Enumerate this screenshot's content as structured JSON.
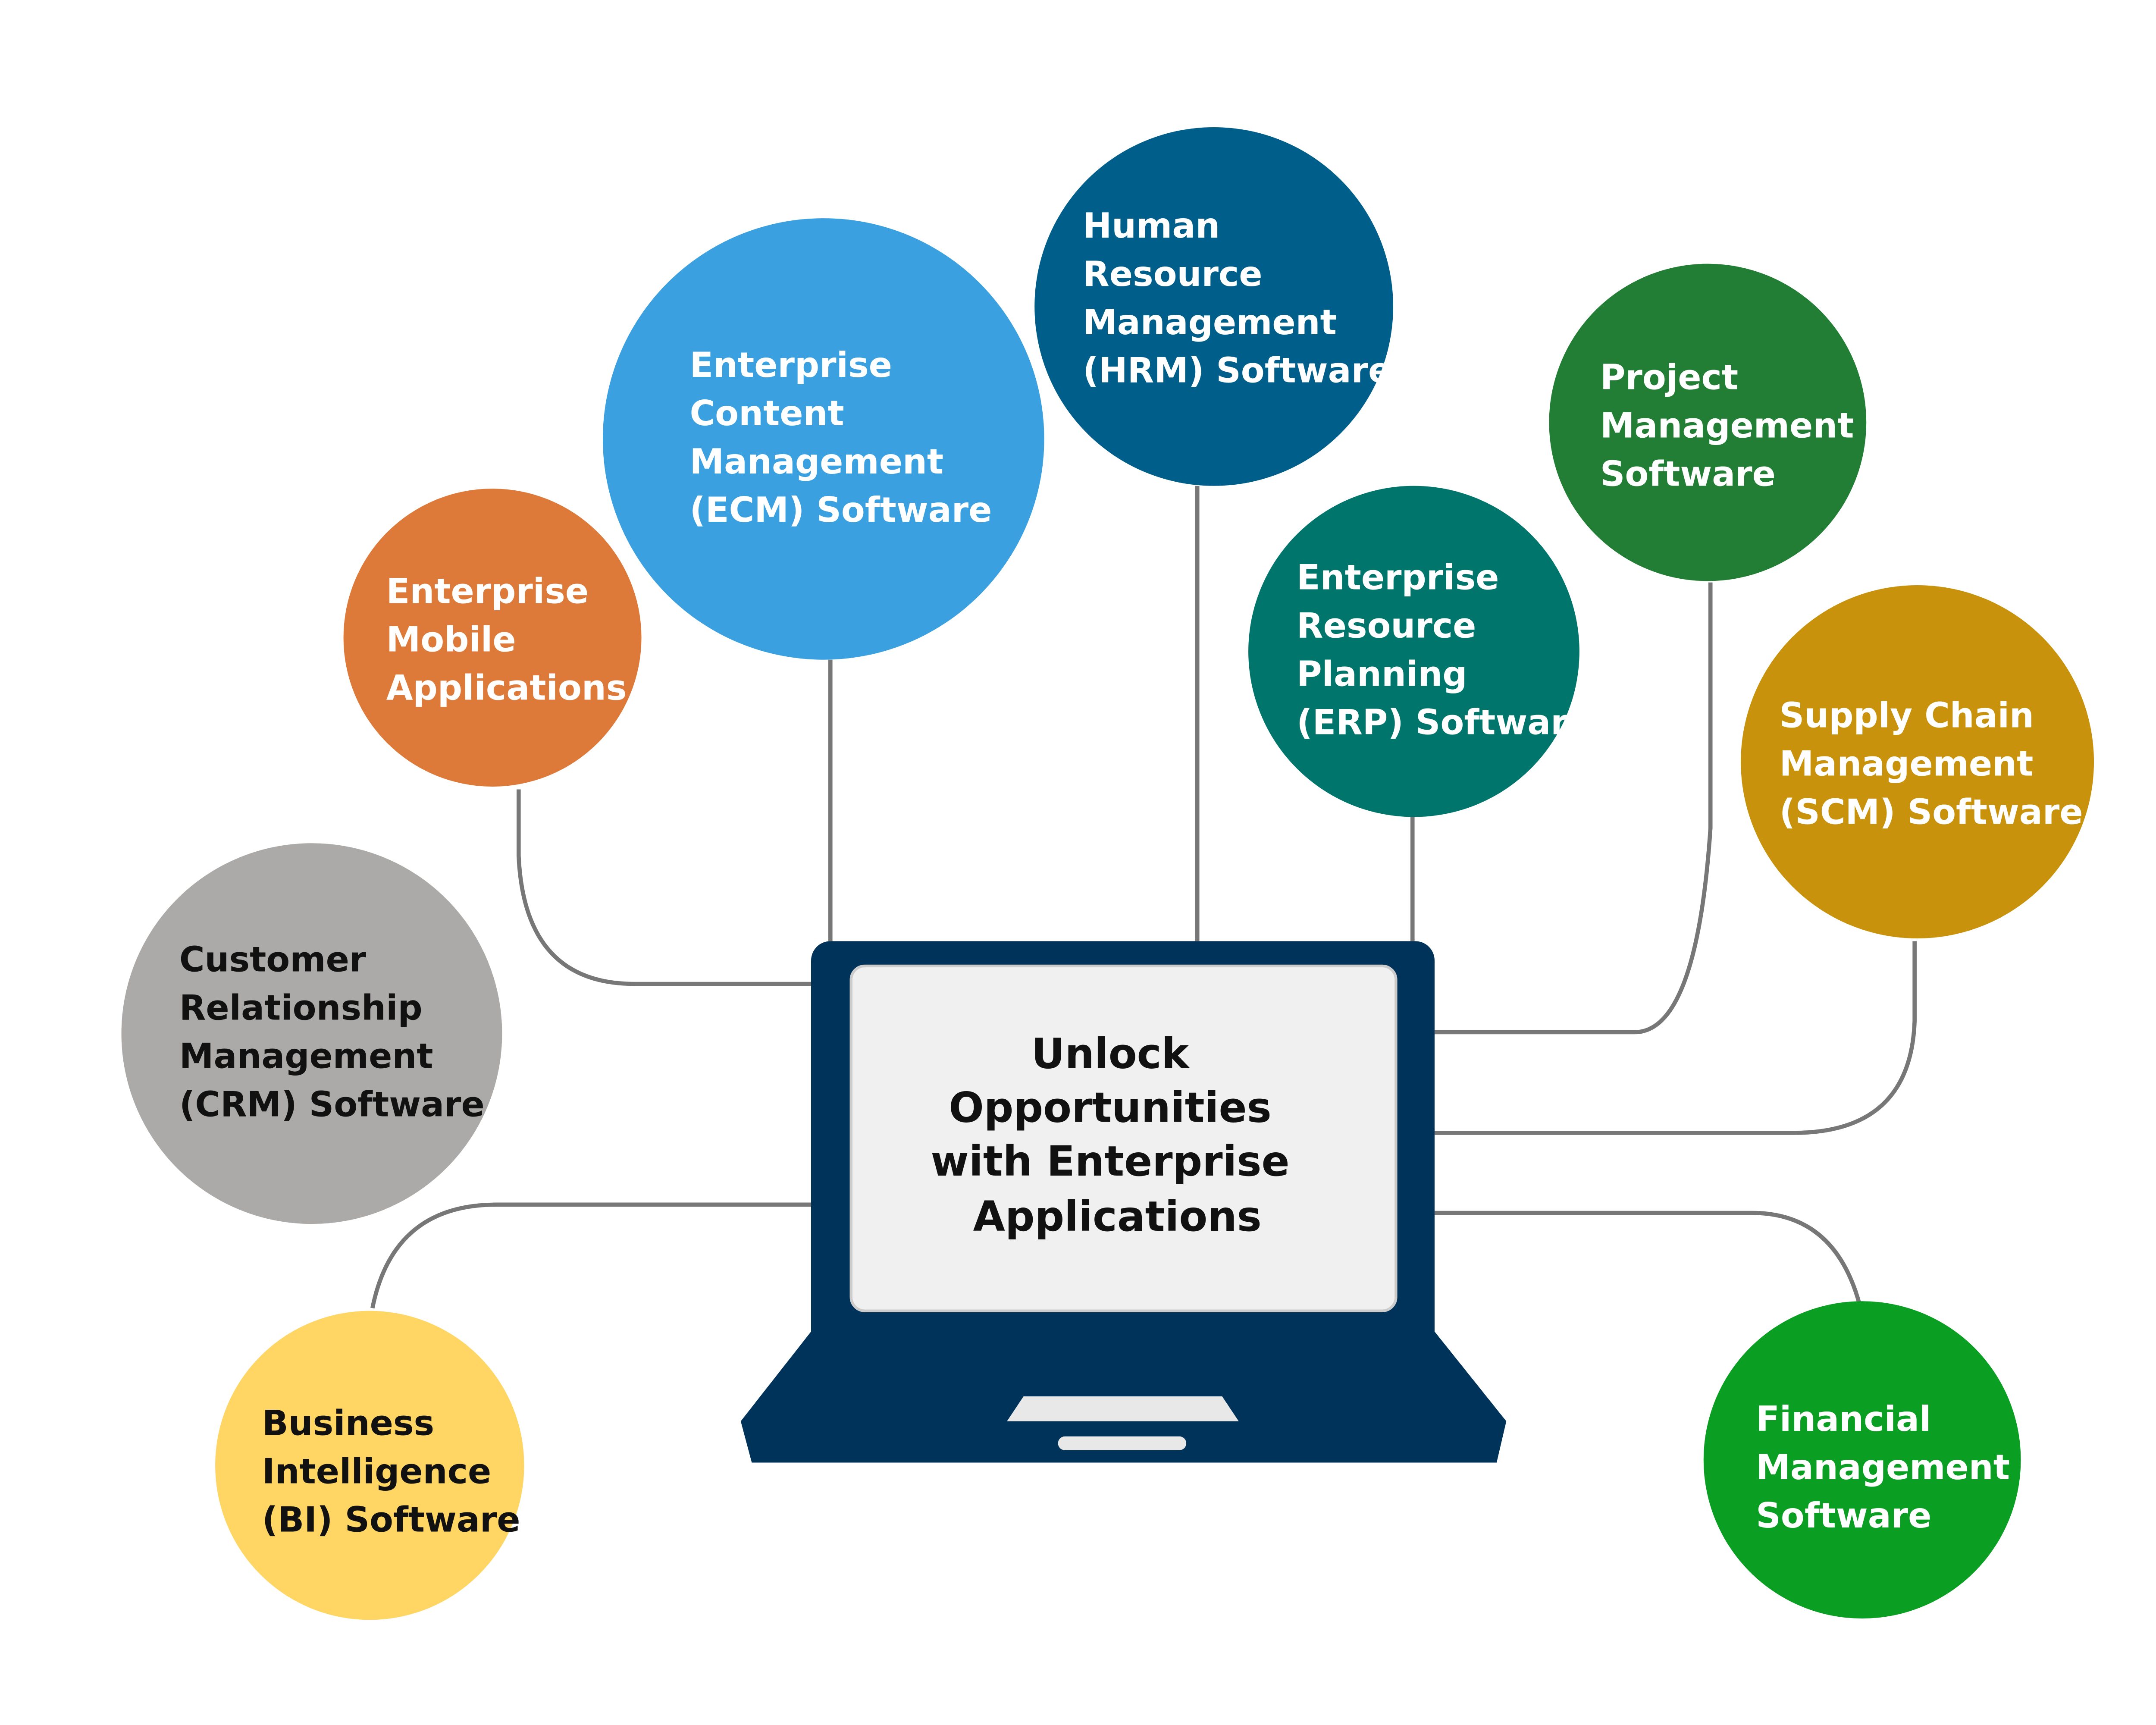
{
  "center": {
    "lines": [
      "Unlock",
      "Opportunities",
      "with Enterprise",
      "Applications"
    ],
    "laptop_color": "#00335A",
    "screen_color": "#F0F0F0"
  },
  "nodes": [
    {
      "id": "mobile",
      "lines": [
        "Enterprise",
        "Mobile",
        "Applications"
      ],
      "color": "#DD7A3A",
      "text_color": "#FFFFFF"
    },
    {
      "id": "ecm",
      "lines": [
        "Enterprise",
        "Content",
        "Management",
        "(ECM) Software"
      ],
      "color": "#3AA0E0",
      "text_color": "#FFFFFF"
    },
    {
      "id": "hrm",
      "lines": [
        "Human",
        "Resource",
        "Management",
        "(HRM) Software"
      ],
      "color": "#005F8A",
      "text_color": "#FFFFFF"
    },
    {
      "id": "erp",
      "lines": [
        "Enterprise",
        "Resource",
        "Planning",
        "(ERP) Software"
      ],
      "color": "#00756C",
      "text_color": "#FFFFFF"
    },
    {
      "id": "project",
      "lines": [
        "Project",
        "Management",
        "Software"
      ],
      "color": "#227E35",
      "text_color": "#FFFFFF"
    },
    {
      "id": "scm",
      "lines": [
        "Supply Chain",
        "Management",
        "(SCM) Software"
      ],
      "color": "#C9920C",
      "text_color": "#FFFFFF"
    },
    {
      "id": "crm",
      "lines": [
        "Customer",
        "Relationship",
        "Management",
        "(CRM) Software"
      ],
      "color": "#ABAAA8",
      "text_color": "#111111"
    },
    {
      "id": "bi",
      "lines": [
        "Business",
        "Intelligence",
        "(BI) Software"
      ],
      "color": "#FFD663",
      "text_color": "#111111"
    },
    {
      "id": "financial",
      "lines": [
        "Financial",
        "Management",
        "Software"
      ],
      "color": "#0A9E22",
      "text_color": "#FFFFFF"
    }
  ]
}
